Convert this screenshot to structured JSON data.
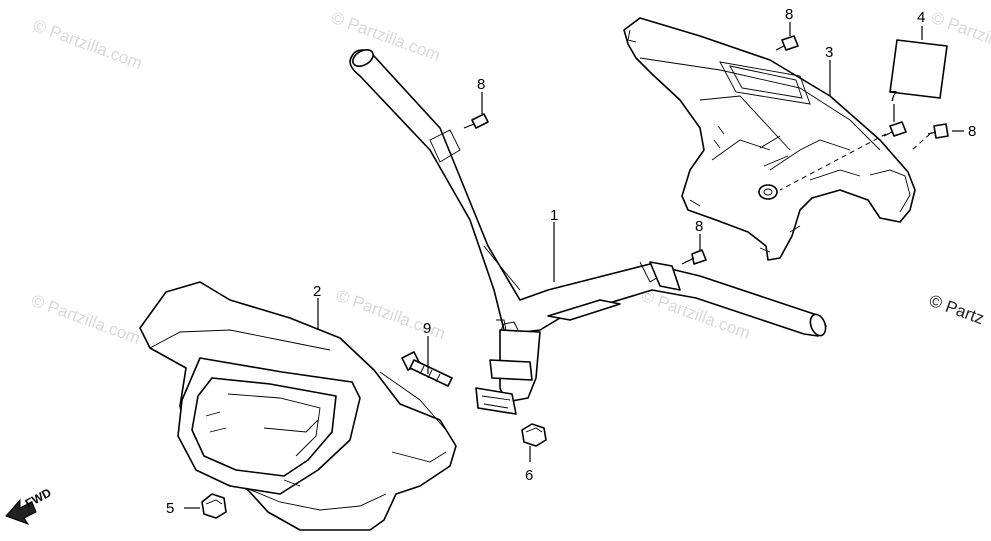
{
  "callouts": {
    "p1": "1",
    "p2": "2",
    "p3": "3",
    "p4": "4",
    "p5": "5",
    "p6": "6",
    "p7": "7",
    "p8a": "8",
    "p8b": "8",
    "p8c": "8",
    "p8d": "8",
    "p9": "9"
  },
  "watermark": {
    "text": "© Partzilla.com",
    "edge_text": "© Partz"
  },
  "direction": {
    "label": "FWD"
  }
}
